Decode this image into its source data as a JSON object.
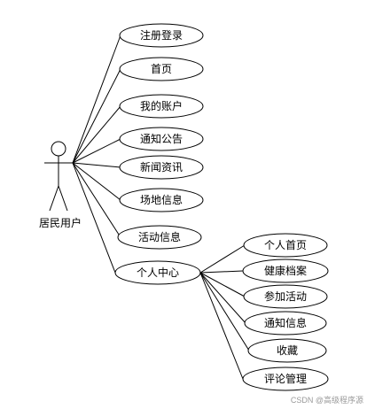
{
  "actor": {
    "label": "居民用户"
  },
  "use_cases": [
    {
      "id": "uc-register-login",
      "label": "注册登录"
    },
    {
      "id": "uc-home",
      "label": "首页"
    },
    {
      "id": "uc-my-account",
      "label": "我的账户"
    },
    {
      "id": "uc-notice",
      "label": "通知公告"
    },
    {
      "id": "uc-news",
      "label": "新闻资讯"
    },
    {
      "id": "uc-venue-info",
      "label": "场地信息"
    },
    {
      "id": "uc-activity-info",
      "label": "活动信息"
    },
    {
      "id": "uc-personal-center",
      "label": "个人中心"
    }
  ],
  "sub_use_cases": [
    {
      "id": "sub-personal-home",
      "label": "个人首页"
    },
    {
      "id": "sub-health-records",
      "label": "健康档案"
    },
    {
      "id": "sub-join-activity",
      "label": "参加活动"
    },
    {
      "id": "sub-notice-info",
      "label": "通知信息"
    },
    {
      "id": "sub-favorites",
      "label": "收藏"
    },
    {
      "id": "sub-comment-manage",
      "label": "评论管理"
    }
  ],
  "watermark": "CSDN @高级程序源"
}
